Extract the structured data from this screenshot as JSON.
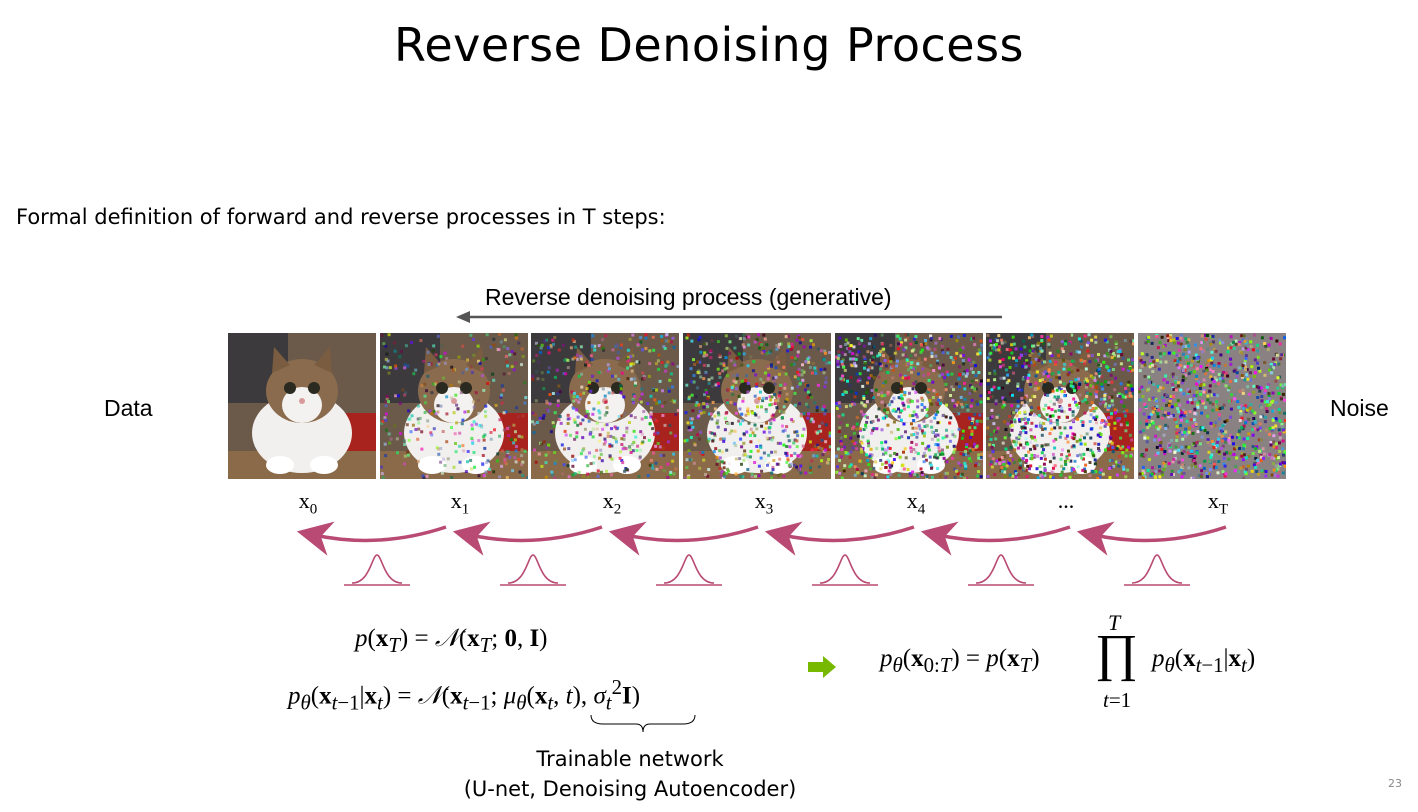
{
  "slide": {
    "title": "Reverse Denoising Process",
    "subtitle": "Formal definition of forward and reverse processes in T steps:",
    "process_label": "Reverse denoising process (generative)",
    "data_label": "Data",
    "noise_label": "Noise",
    "frames": [
      {
        "label": "x",
        "sub": "0",
        "noise": 0.0
      },
      {
        "label": "x",
        "sub": "1",
        "noise": 0.35
      },
      {
        "label": "x",
        "sub": "2",
        "noise": 0.5
      },
      {
        "label": "x",
        "sub": "3",
        "noise": 0.65
      },
      {
        "label": "x",
        "sub": "4",
        "noise": 0.8
      },
      {
        "label": "...",
        "sub": "",
        "noise": 0.9
      },
      {
        "label": "x",
        "sub": "T",
        "noise": 1.0
      }
    ],
    "equations": {
      "prior": "p(x_T) = N(x_T; 0, I)",
      "transition": "p_θ(x_{t−1}|x_t) = N(x_{t−1}; μ_θ(x_t, t), σ_t^2 I)",
      "joint": "p_θ(x_{0:T}) = p(x_T) ∏_{t=1}^{T} p_θ(x_{t−1}|x_t)"
    },
    "caption_line1": "Trainable network",
    "caption_line2": "(U-net, Denoising Autoencoder)",
    "page_number": "23",
    "colors": {
      "arrow": "#b84a73",
      "implies": "#76b900",
      "process_arrow": "#555555"
    }
  }
}
